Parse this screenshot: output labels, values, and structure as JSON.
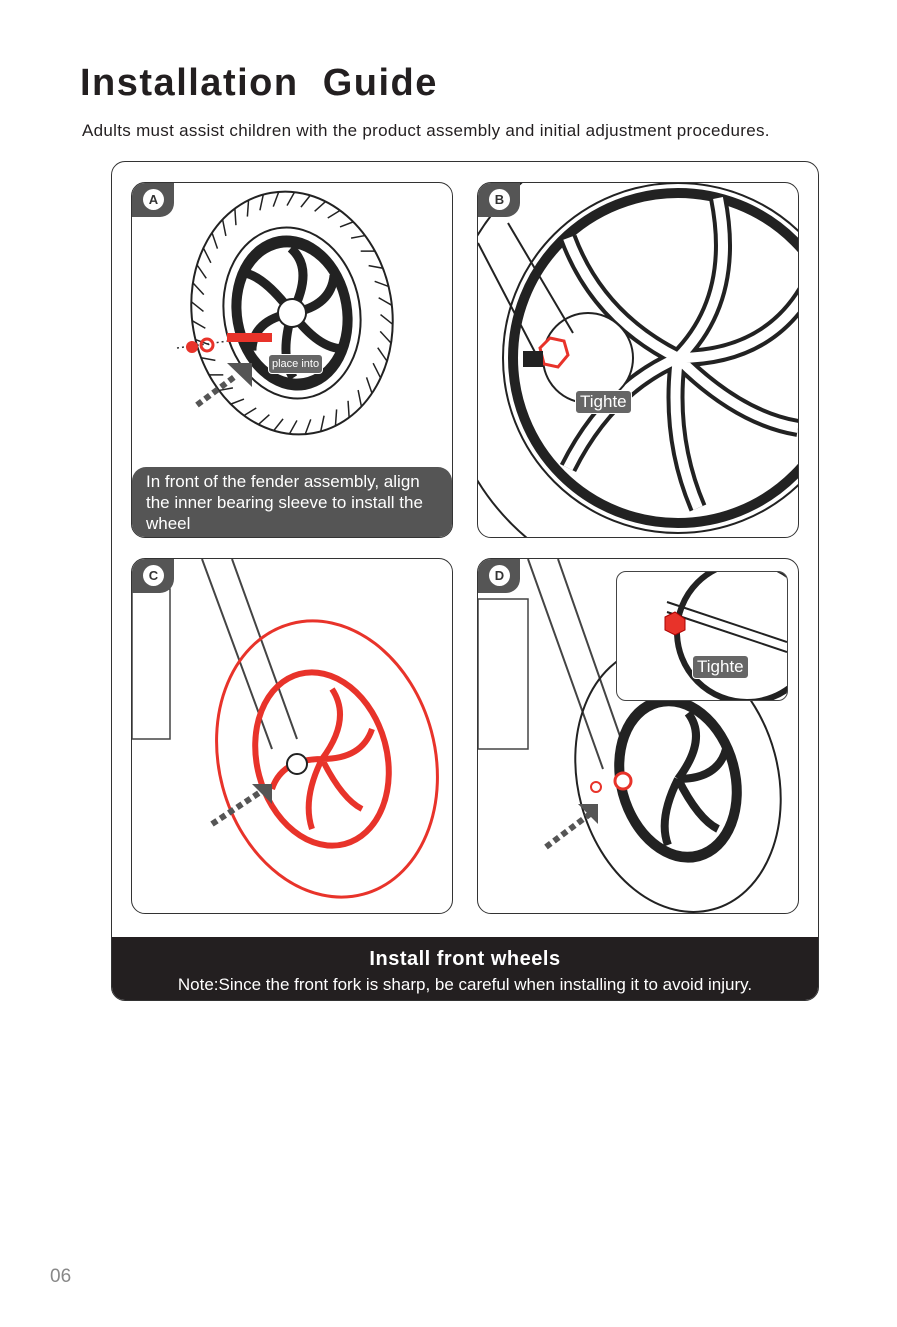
{
  "header": {
    "title": "Installation  Guide",
    "subtitle": "Adults must assist children with the product assembly and initial adjustment procedures."
  },
  "panels": [
    {
      "label": "A",
      "tag": "place into",
      "caption": "In front of the fender assembly, align the inner bearing sleeve to install the wheel"
    },
    {
      "label": "B",
      "tag": "Tighte"
    },
    {
      "label": "C"
    },
    {
      "label": "D",
      "tag": "Tighte"
    }
  ],
  "footer": {
    "heading": "Install front wheels",
    "note": "Note:Since the front fork is sharp, be careful when installing it to avoid injury."
  },
  "page_number": "06",
  "colors": {
    "highlight": "#e8332a",
    "dark": "#231f20",
    "panel_gray": "#555555"
  }
}
